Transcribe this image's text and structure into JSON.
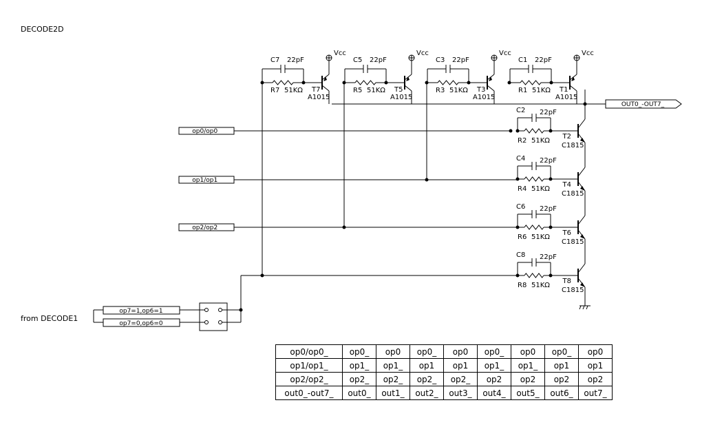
{
  "title": "DECODE2D",
  "vcc_label": "Vcc",
  "output_bus_label": "OUT0_-OUT7_",
  "input_labels": [
    "op0/op0_",
    "op1/op1_",
    "op2/op2_"
  ],
  "decode1": {
    "from_label": "from DECODE1",
    "inputs": [
      "op7=1,op6=1",
      "op7=0,op6=0"
    ]
  },
  "top_stages": [
    {
      "cap": "C7",
      "cap_value": "22pF",
      "res": "R7",
      "res_value": "51KΩ",
      "transistor": "T7",
      "part": "A1015"
    },
    {
      "cap": "C5",
      "cap_value": "22pF",
      "res": "R5",
      "res_value": "51KΩ",
      "transistor": "T5",
      "part": "A1015"
    },
    {
      "cap": "C3",
      "cap_value": "22pF",
      "res": "R3",
      "res_value": "51KΩ",
      "transistor": "T3",
      "part": "A1015"
    },
    {
      "cap": "C1",
      "cap_value": "22pF",
      "res": "R1",
      "res_value": "51KΩ",
      "transistor": "T1",
      "part": "A1015"
    }
  ],
  "right_stages": [
    {
      "cap": "C2",
      "cap_value": "22pF",
      "res": "R2",
      "res_value": "51KΩ",
      "transistor": "T2",
      "part": "C1815"
    },
    {
      "cap": "C4",
      "cap_value": "22pF",
      "res": "R4",
      "res_value": "51KΩ",
      "transistor": "T4",
      "part": "C1815"
    },
    {
      "cap": "C6",
      "cap_value": "22pF",
      "res": "R6",
      "res_value": "51KΩ",
      "transistor": "T6",
      "part": "C1815"
    },
    {
      "cap": "C8",
      "cap_value": "22pF",
      "res": "R8",
      "res_value": "51KΩ",
      "transistor": "T8",
      "part": "C1815"
    }
  ],
  "truth_table": [
    [
      "op0/op0_",
      "op0_",
      "op0",
      "op0_",
      "op0",
      "op0_",
      "op0",
      "op0_",
      "op0"
    ],
    [
      "op1/op1_",
      "op1_",
      "op1_",
      "op1",
      "op1",
      "op1_",
      "op1_",
      "op1",
      "op1"
    ],
    [
      "op2/op2_",
      "op2_",
      "op2_",
      "op2_",
      "op2_",
      "op2",
      "op2",
      "op2",
      "op2"
    ],
    [
      "out0_-out7_",
      "out0_",
      "out1_",
      "out2_",
      "out3_",
      "out4_",
      "out5_",
      "out6_",
      "out7_"
    ]
  ]
}
